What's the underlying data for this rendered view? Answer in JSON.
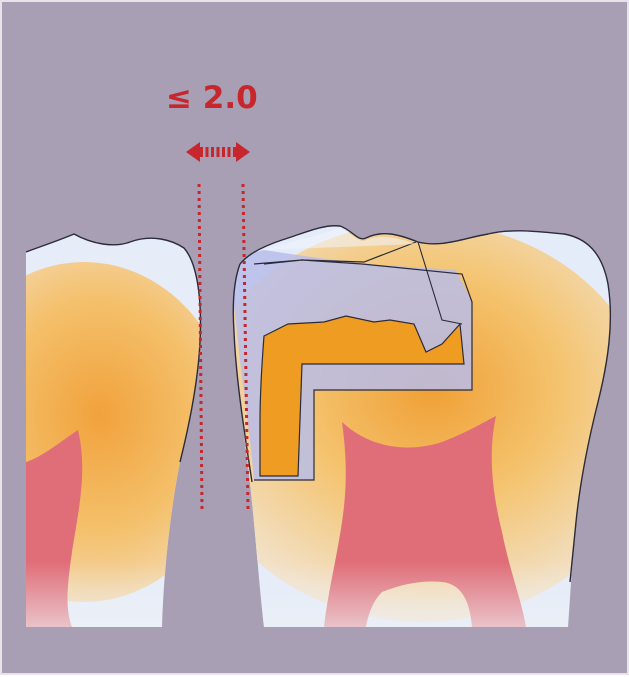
{
  "measurement": {
    "label": "≤ 2.0",
    "value": 2.0,
    "comparator": "≤"
  },
  "colors": {
    "background": "#a89fb4",
    "enamel": "#e3ecfb",
    "dentin_orange": "#f3a64a",
    "pulp": "#e06e78",
    "restoration": "#ef9c22",
    "preparation": "#b9bde9",
    "outline": "#2b2b3a",
    "measure": "#c7262d"
  },
  "icons": {
    "arrow": "double-headed-arrow-icon",
    "guides": "dashed-vertical-guide-lines"
  }
}
